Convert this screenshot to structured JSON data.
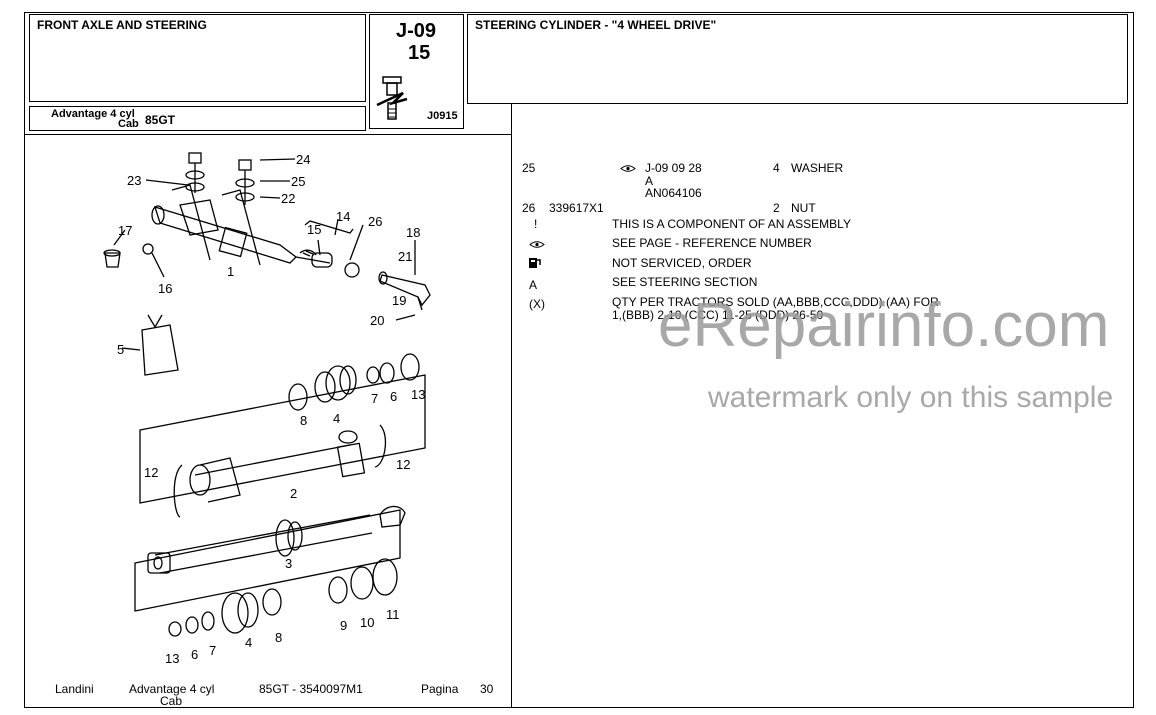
{
  "header": {
    "section_title": "FRONT AXLE AND STEERING",
    "ref_code": "J-09",
    "ref_number": "15",
    "image_code": "J0915",
    "page_title": "STEERING CYLINDER - \"4 WHEEL DRIVE\"",
    "model_line1": "Advantage 4 cyl",
    "model_line2": "Cab",
    "model_code": "85GT"
  },
  "parts": [
    {
      "ref": "25",
      "part_no": "",
      "ref_page": "J-09 09 28",
      "code": "A",
      "code2": "AN064106",
      "qty": "4",
      "description": "WASHER"
    },
    {
      "ref": "26",
      "part_no": "339617X1",
      "qty": "2",
      "description": "NUT"
    }
  ],
  "legend": [
    {
      "symbol": "!",
      "text": "THIS IS A COMPONENT OF AN ASSEMBLY"
    },
    {
      "symbol": "eye-symbol",
      "text": "SEE PAGE - REFERENCE NUMBER"
    },
    {
      "symbol": "fuel-pump-symbol",
      "text": "NOT SERVICED, ORDER"
    },
    {
      "symbol": "A",
      "text": "SEE STEERING SECTION"
    },
    {
      "symbol": "(X)",
      "text": "QTY PER TRACTORS SOLD  (AA,BBB,CCC,DDD) (AA) FOR",
      "text2": "1,(BBB) 2-10 (CCC) 11-25 (DDD) 26-50"
    }
  ],
  "diagram_labels": [
    "23",
    "24",
    "25",
    "22",
    "17",
    "14",
    "26",
    "15",
    "18",
    "21",
    "16",
    "1",
    "19",
    "20",
    "5",
    "8",
    "4",
    "7",
    "6",
    "13",
    "12",
    "2",
    "12",
    "3",
    "9",
    "10",
    "11",
    "13",
    "6",
    "7",
    "4",
    "8"
  ],
  "footer": {
    "brand": "Landini",
    "model_line1": "Advantage 4 cyl",
    "model_line2": "Cab",
    "code": "85GT - 3540097M1",
    "page_label": "Pagina",
    "page_number": "30"
  },
  "watermark": {
    "line1": "eRepairinfo.com",
    "line2": "watermark only on this sample"
  }
}
